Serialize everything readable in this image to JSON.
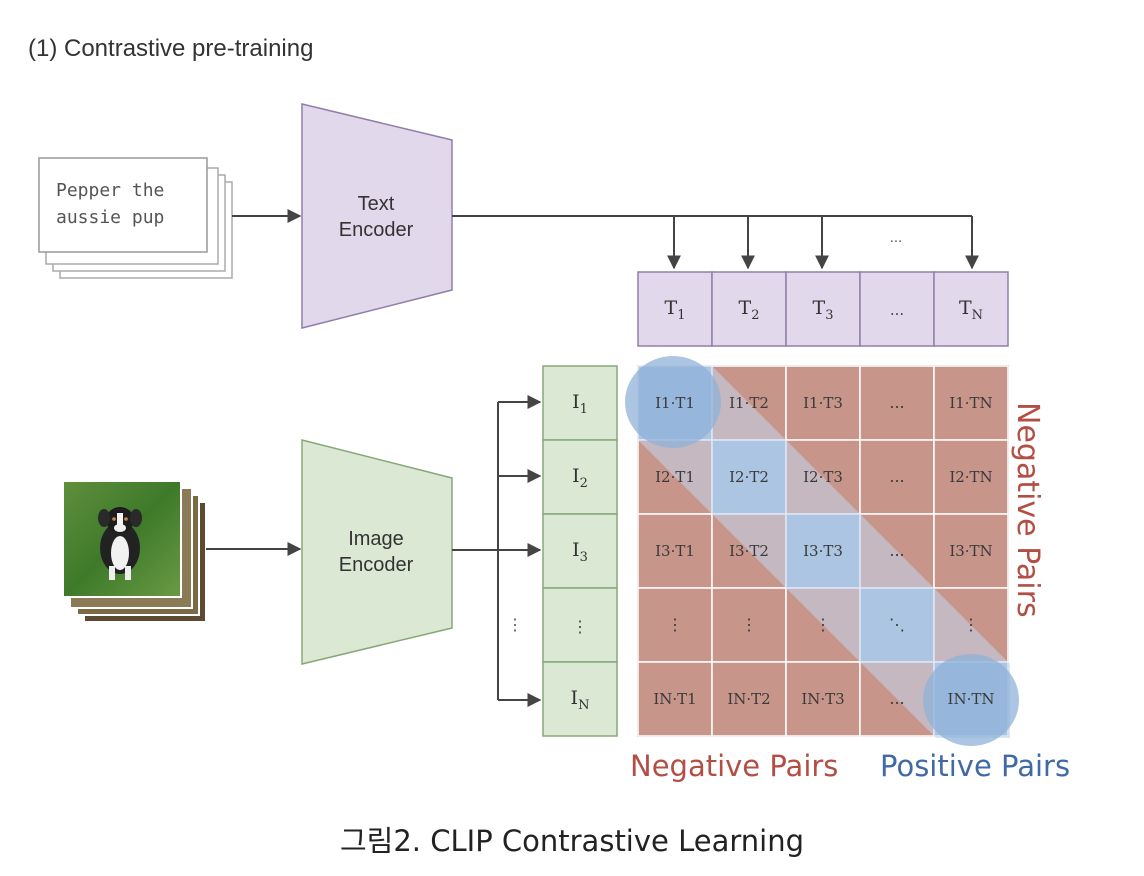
{
  "heading": "(1) Contrastive pre-training",
  "text_input": {
    "line1": "Pepper the",
    "line2": "aussie pup"
  },
  "text_encoder": {
    "line1": "Text",
    "line2": "Encoder"
  },
  "image_encoder": {
    "line1": "Image",
    "line2": "Encoder"
  },
  "ellipsis": "...",
  "vdots": "⋮",
  "ddots": "⋱",
  "text_embeddings": [
    {
      "base": "T",
      "sub": "1"
    },
    {
      "base": "T",
      "sub": "2"
    },
    {
      "base": "T",
      "sub": "3"
    },
    {
      "base": "",
      "sub": "",
      "text": "..."
    },
    {
      "base": "T",
      "sub": "N"
    }
  ],
  "image_embeddings": [
    {
      "base": "I",
      "sub": "1"
    },
    {
      "base": "I",
      "sub": "2"
    },
    {
      "base": "I",
      "sub": "3"
    },
    {
      "base": "",
      "sub": "",
      "text": "⋮"
    },
    {
      "base": "I",
      "sub": "N"
    }
  ],
  "matrix_rows": [
    [
      "I1·T1",
      "I1·T2",
      "I1·T3",
      "...",
      "I1·TN"
    ],
    [
      "I2·T1",
      "I2·T2",
      "I2·T3",
      "...",
      "I2·TN"
    ],
    [
      "I3·T1",
      "I3·T2",
      "I3·T3",
      "...",
      "I3·TN"
    ],
    [
      "⋮",
      "⋮",
      "⋮",
      "⋱",
      "⋮"
    ],
    [
      "IN·T1",
      "IN·T2",
      "IN·T3",
      "...",
      "IN·TN"
    ]
  ],
  "labels": {
    "negative_pairs_side": "Negative Pairs",
    "negative_pairs_bottom": "Negative Pairs",
    "positive_pairs": "Positive Pairs"
  },
  "caption": "그림2. CLIP Contrastive Learning",
  "colors": {
    "text_encoder": "#e2d8ec",
    "image_encoder": "#dbe8d4",
    "negative_cell": "#c7958a",
    "positive_cell": "#8fb2d8",
    "negative_label": "#b34e45",
    "positive_label": "#3f6aa6",
    "line": "#444444"
  }
}
